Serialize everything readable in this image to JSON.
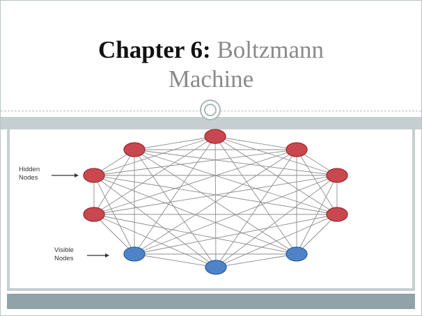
{
  "slide": {
    "title_bold": "Chapter 6:",
    "title_light_1": "Boltzmann",
    "title_light_2": "Machine"
  },
  "diagram": {
    "hidden_label": [
      "Hidden",
      "Nodes"
    ],
    "visible_label": [
      "Visible",
      "Nodes"
    ],
    "colors": {
      "hidden_fill": "#c9474e",
      "hidden_stroke": "#9a2c33",
      "visible_fill": "#4f83c8",
      "visible_stroke": "#2f5e9c",
      "edge": "#8c8c8c"
    },
    "nodes": [
      {
        "id": "top",
        "type": "hidden"
      },
      {
        "id": "upper-right",
        "type": "hidden"
      },
      {
        "id": "right-1",
        "type": "hidden"
      },
      {
        "id": "right-2",
        "type": "hidden"
      },
      {
        "id": "lower-right",
        "type": "visible"
      },
      {
        "id": "bottom",
        "type": "visible"
      },
      {
        "id": "lower-left",
        "type": "visible"
      },
      {
        "id": "left-2",
        "type": "hidden"
      },
      {
        "id": "left-1",
        "type": "hidden"
      },
      {
        "id": "upper-left",
        "type": "hidden"
      }
    ]
  }
}
